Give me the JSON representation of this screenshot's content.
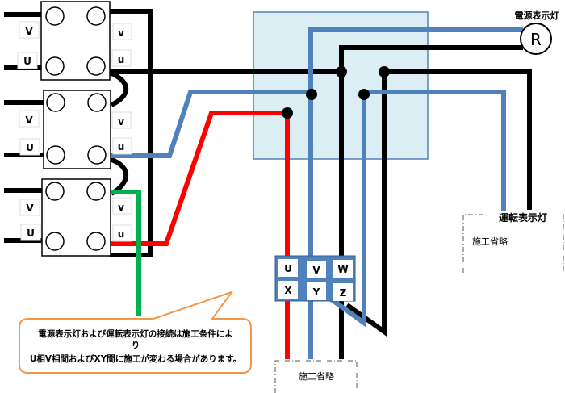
{
  "switches": [
    {
      "left_top": "V",
      "left_bottom": "U",
      "right_top": "v",
      "right_bottom": "u"
    },
    {
      "left_top": "V",
      "left_bottom": "U",
      "right_top": "v",
      "right_bottom": "u"
    },
    {
      "left_top": "V",
      "left_bottom": "U",
      "right_top": "v",
      "right_bottom": "u"
    }
  ],
  "power_lamp": {
    "label": "電源表示灯",
    "symbol": "R"
  },
  "run_lamp": {
    "label": "運転表示灯",
    "note": "施工省略"
  },
  "terminal_block": {
    "top": [
      "U",
      "V",
      "W"
    ],
    "bottom": [
      "X",
      "Y",
      "Z"
    ]
  },
  "motor_box": {
    "note": "施工省略"
  },
  "callout": {
    "line1": "電源表示灯および運転表示灯の接続は施工条件によ",
    "line2": "り",
    "line3": "U相V相間およびXY間に施工が変わる場合があります。"
  },
  "colors": {
    "black": "#000000",
    "blue": "#4f81bd",
    "red": "#ff0000",
    "green": "#00b050",
    "junction_box": "#dbeef4",
    "callout_border": "#f79646"
  }
}
